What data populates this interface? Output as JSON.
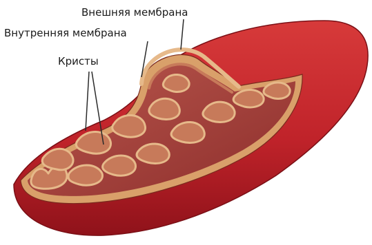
{
  "labels": {
    "outer_membrane": "Внешняя мембрана",
    "inner_membrane": "Внутренняя мембрана",
    "cristae": "Кристы"
  },
  "colors": {
    "outer_surface": "#c0232a",
    "outer_shadow": "#8f121a",
    "membrane_edge": "#d9a06a",
    "matrix": "#a8443f",
    "crista_fill": "#c77a5a",
    "crista_edge": "#e6b98a",
    "leader_lines": "#2a2a2a"
  }
}
